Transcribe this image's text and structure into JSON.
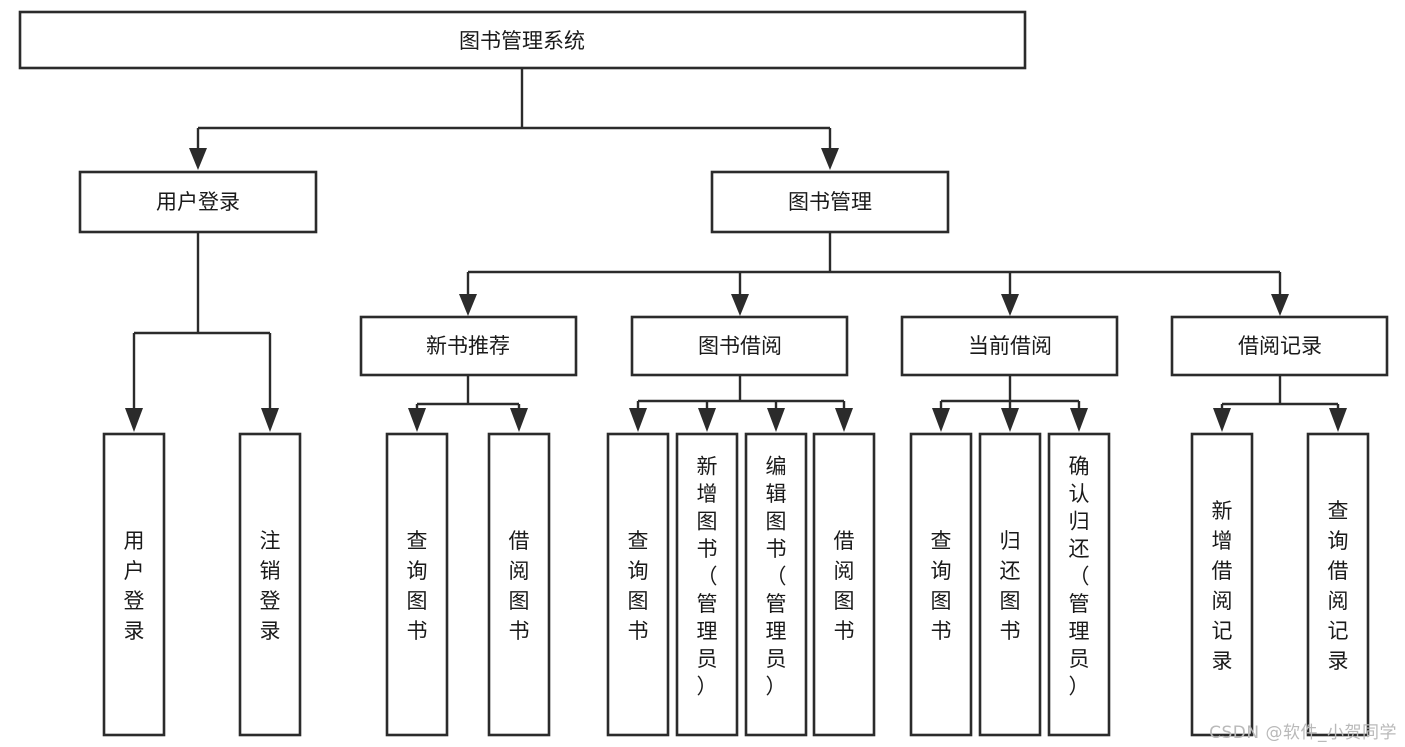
{
  "diagram": {
    "type": "tree",
    "title": "图书管理系统",
    "watermark": "CSDN @软件_小贺同学",
    "colors": {
      "box_stroke": "#2b2b2b",
      "box_fill": "#ffffff",
      "text": "#1a1a1a",
      "background": "#ffffff",
      "watermark": "#b9b9b9"
    },
    "root": {
      "label": "图书管理系统",
      "orientation": "horizontal"
    },
    "level2": [
      {
        "label": "用户登录",
        "orientation": "horizontal"
      },
      {
        "label": "图书管理",
        "orientation": "horizontal"
      }
    ],
    "level3": [
      {
        "label": "新书推荐",
        "orientation": "horizontal",
        "parent": "图书管理"
      },
      {
        "label": "图书借阅",
        "orientation": "horizontal",
        "parent": "图书管理"
      },
      {
        "label": "当前借阅",
        "orientation": "horizontal",
        "parent": "图书管理"
      },
      {
        "label": "借阅记录",
        "orientation": "horizontal",
        "parent": "图书管理"
      }
    ],
    "leaves": {
      "user_login": [
        {
          "label": "用户登录",
          "orientation": "vertical"
        },
        {
          "label": "注销登录",
          "orientation": "vertical"
        }
      ],
      "new_book": [
        {
          "label": "查询图书",
          "orientation": "vertical"
        },
        {
          "label": "借阅图书",
          "orientation": "vertical"
        }
      ],
      "book_borrow": [
        {
          "label": "查询图书",
          "orientation": "vertical"
        },
        {
          "label": "新增图书（管理员）",
          "orientation": "vertical"
        },
        {
          "label": "编辑图书（管理员）",
          "orientation": "vertical"
        },
        {
          "label": "借阅图书",
          "orientation": "vertical"
        }
      ],
      "current_borrow": [
        {
          "label": "查询图书",
          "orientation": "vertical"
        },
        {
          "label": "归还图书",
          "orientation": "vertical"
        },
        {
          "label": "确认归还（管理员）",
          "orientation": "vertical"
        }
      ],
      "borrow_record": [
        {
          "label": "新增借阅记录",
          "orientation": "vertical"
        },
        {
          "label": "查询借阅记录",
          "orientation": "vertical"
        }
      ]
    }
  }
}
